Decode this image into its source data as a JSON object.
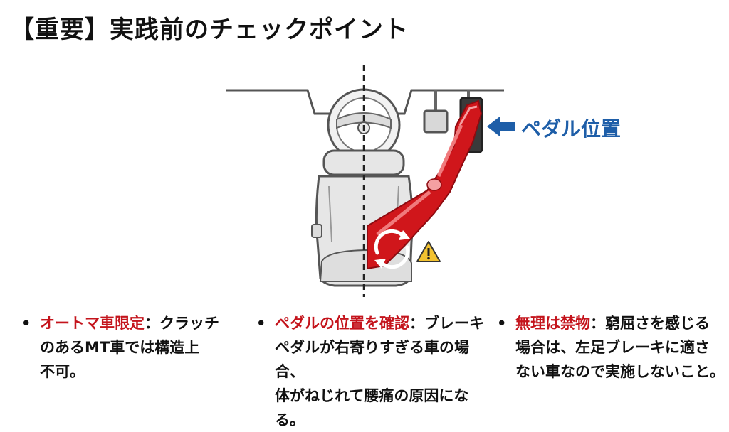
{
  "title": "【重要】実践前のチェックポイント",
  "diagram": {
    "pedal_label": "ペダル位置",
    "warning_icon": "warning-triangle-icon",
    "rotation_icon": "twist-rotation-icon",
    "arrow_icon": "arrow-left-icon"
  },
  "colors": {
    "accent_red": "#c4141c",
    "leg_red": "#d0161b",
    "label_blue": "#1e5ea8",
    "warning_yellow": "#f2c230"
  },
  "points": [
    {
      "bullet": "•",
      "key": "オートマ車限定",
      "line1": "：クラッチ",
      "line2": "のあるMT車では構造上",
      "line3": "不可。"
    },
    {
      "bullet": "•",
      "key": "ペダルの位置を確認",
      "line1": "：ブレーキ",
      "line2": "ペダルが右寄りすぎる車の場合、",
      "line3": "体がねじれて腰痛の原因になる。"
    },
    {
      "bullet": "•",
      "key": "無理は禁物",
      "line1": "：窮屈さを感じる",
      "line2": "場合は、左足ブレーキに適さ",
      "line3": "ない車なので実施しないこと。"
    }
  ]
}
